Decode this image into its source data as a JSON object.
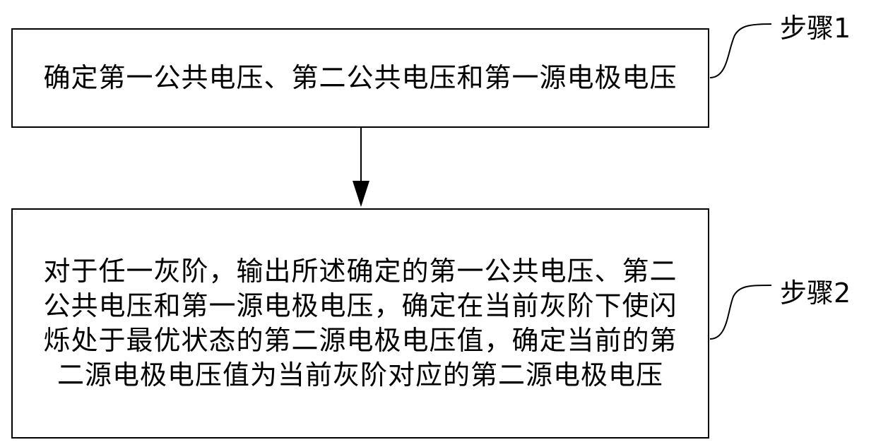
{
  "steps": [
    {
      "label": "步骤1",
      "text": "确定第一公共电压、第二公共电压和第一源电极电压"
    },
    {
      "label": "步骤2",
      "text": "对于任一灰阶，输出所述确定的第一公共电压、第二公共电压和第一源电极电压，确定在当前灰阶下使闪烁处于最优状态的第二源电极电压值，确定当前的第二源电极电压值为当前灰阶对应的第二源电极电压"
    }
  ]
}
